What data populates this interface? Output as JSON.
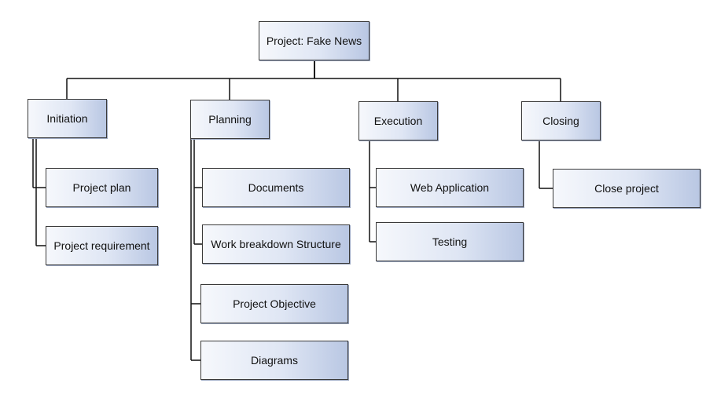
{
  "diagram": {
    "root": "Project: Fake News",
    "phases": [
      {
        "label": "Initiation",
        "children": [
          "Project plan",
          "Project requirement"
        ]
      },
      {
        "label": "Planning",
        "children": [
          "Documents",
          "Work breakdown Structure",
          "Project Objective",
          "Diagrams"
        ]
      },
      {
        "label": "Execution",
        "children": [
          "Web Application",
          "Testing"
        ]
      },
      {
        "label": "Closing",
        "children": [
          "Close project"
        ]
      }
    ]
  },
  "colors": {
    "line": "#111111",
    "box_border": "#3a3a3a",
    "fill_light": "#f6f8fc",
    "fill_dark": "#b9c7e3"
  }
}
